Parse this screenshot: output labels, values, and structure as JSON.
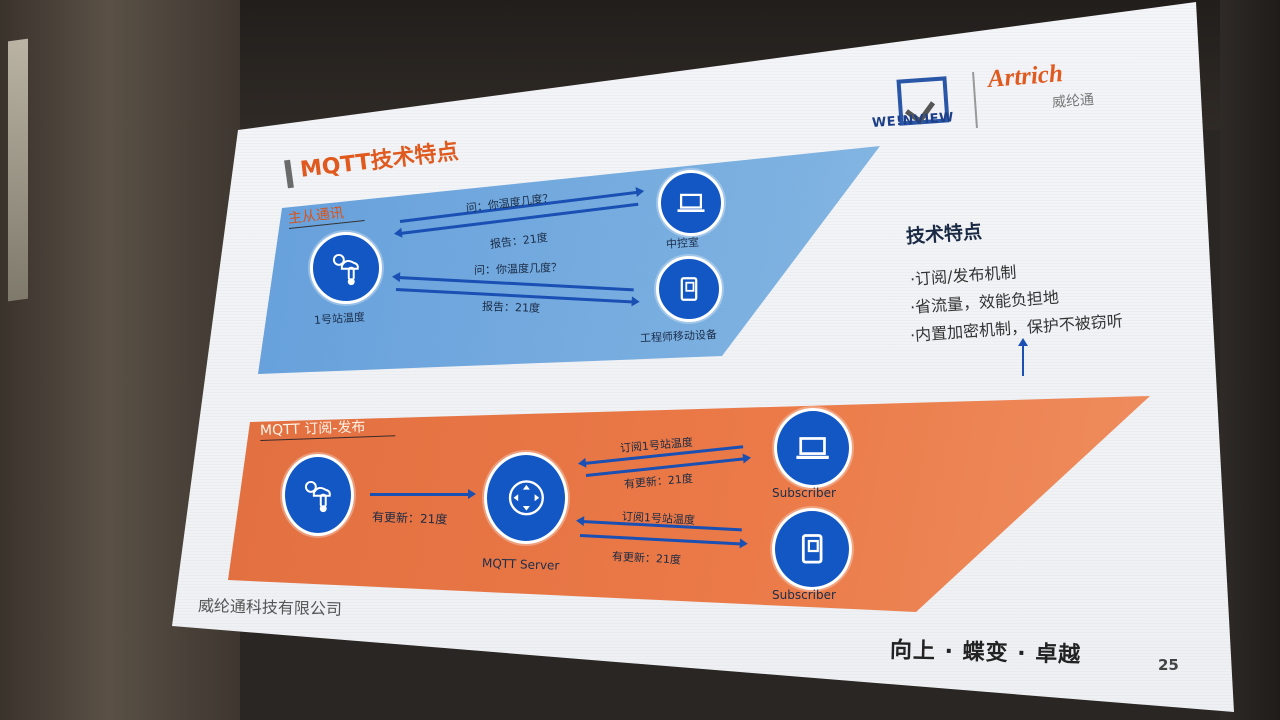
{
  "slide": {
    "title": "MQTT技术特点",
    "logo_left": "WE!NVIEW",
    "logo_right": "Artrich",
    "logo_right_cn": "威纶通",
    "page_number": "25",
    "company": "威纶通科技有限公司",
    "slogan": "向上 · 蝶变 · 卓越"
  },
  "master_slave": {
    "label": "主从通讯",
    "station_label": "1号站温度",
    "control_room_label": "中控室",
    "mobile_label": "工程师移动设备",
    "query1": "问：你温度几度？",
    "report1": "报告：21度",
    "query2": "问：你温度几度？",
    "report2": "报告：21度"
  },
  "pubsub": {
    "label": "MQTT 订阅-发布",
    "server_label": "MQTT Server",
    "subscriber1_label": "Subscriber",
    "subscriber2_label": "Subscriber",
    "update_main": "有更新：21度",
    "subscribe1": "订阅1号站温度",
    "update1": "有更新：21度",
    "subscribe2": "订阅1号站温度",
    "update2": "有更新：21度"
  },
  "features": {
    "title": "技术特点",
    "items": [
      "·订阅/发布机制",
      "·省流量，效能负担地",
      "·内置加密机制，保护不被窃听"
    ]
  },
  "colors": {
    "blue_panel": "#5d9ddb",
    "orange_panel": "#e8723f",
    "node_blue": "#1257c4",
    "title_orange": "#e05a1f"
  }
}
